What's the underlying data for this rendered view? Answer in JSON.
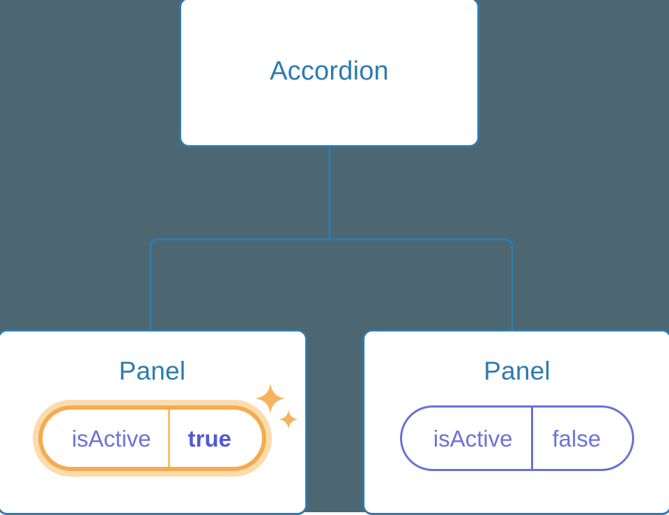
{
  "diagram": {
    "type": "component-tree",
    "background_color": "#4c6771",
    "edge_color": "#2e7bac"
  },
  "root": {
    "title": "Accordion"
  },
  "children": [
    {
      "title": "Panel",
      "highlighted": true,
      "prop": {
        "key": "isActive",
        "value": "true"
      },
      "accent_color": "#f5ab4e",
      "glow_color": "#fbdcae",
      "value_color": "#5257d8",
      "sparkle_icons": [
        "sparkle-large-icon",
        "sparkle-small-icon"
      ]
    },
    {
      "title": "Panel",
      "highlighted": false,
      "prop": {
        "key": "isActive",
        "value": "false"
      },
      "accent_color": "#6a6fd6",
      "value_color": "#6d72d8"
    }
  ]
}
